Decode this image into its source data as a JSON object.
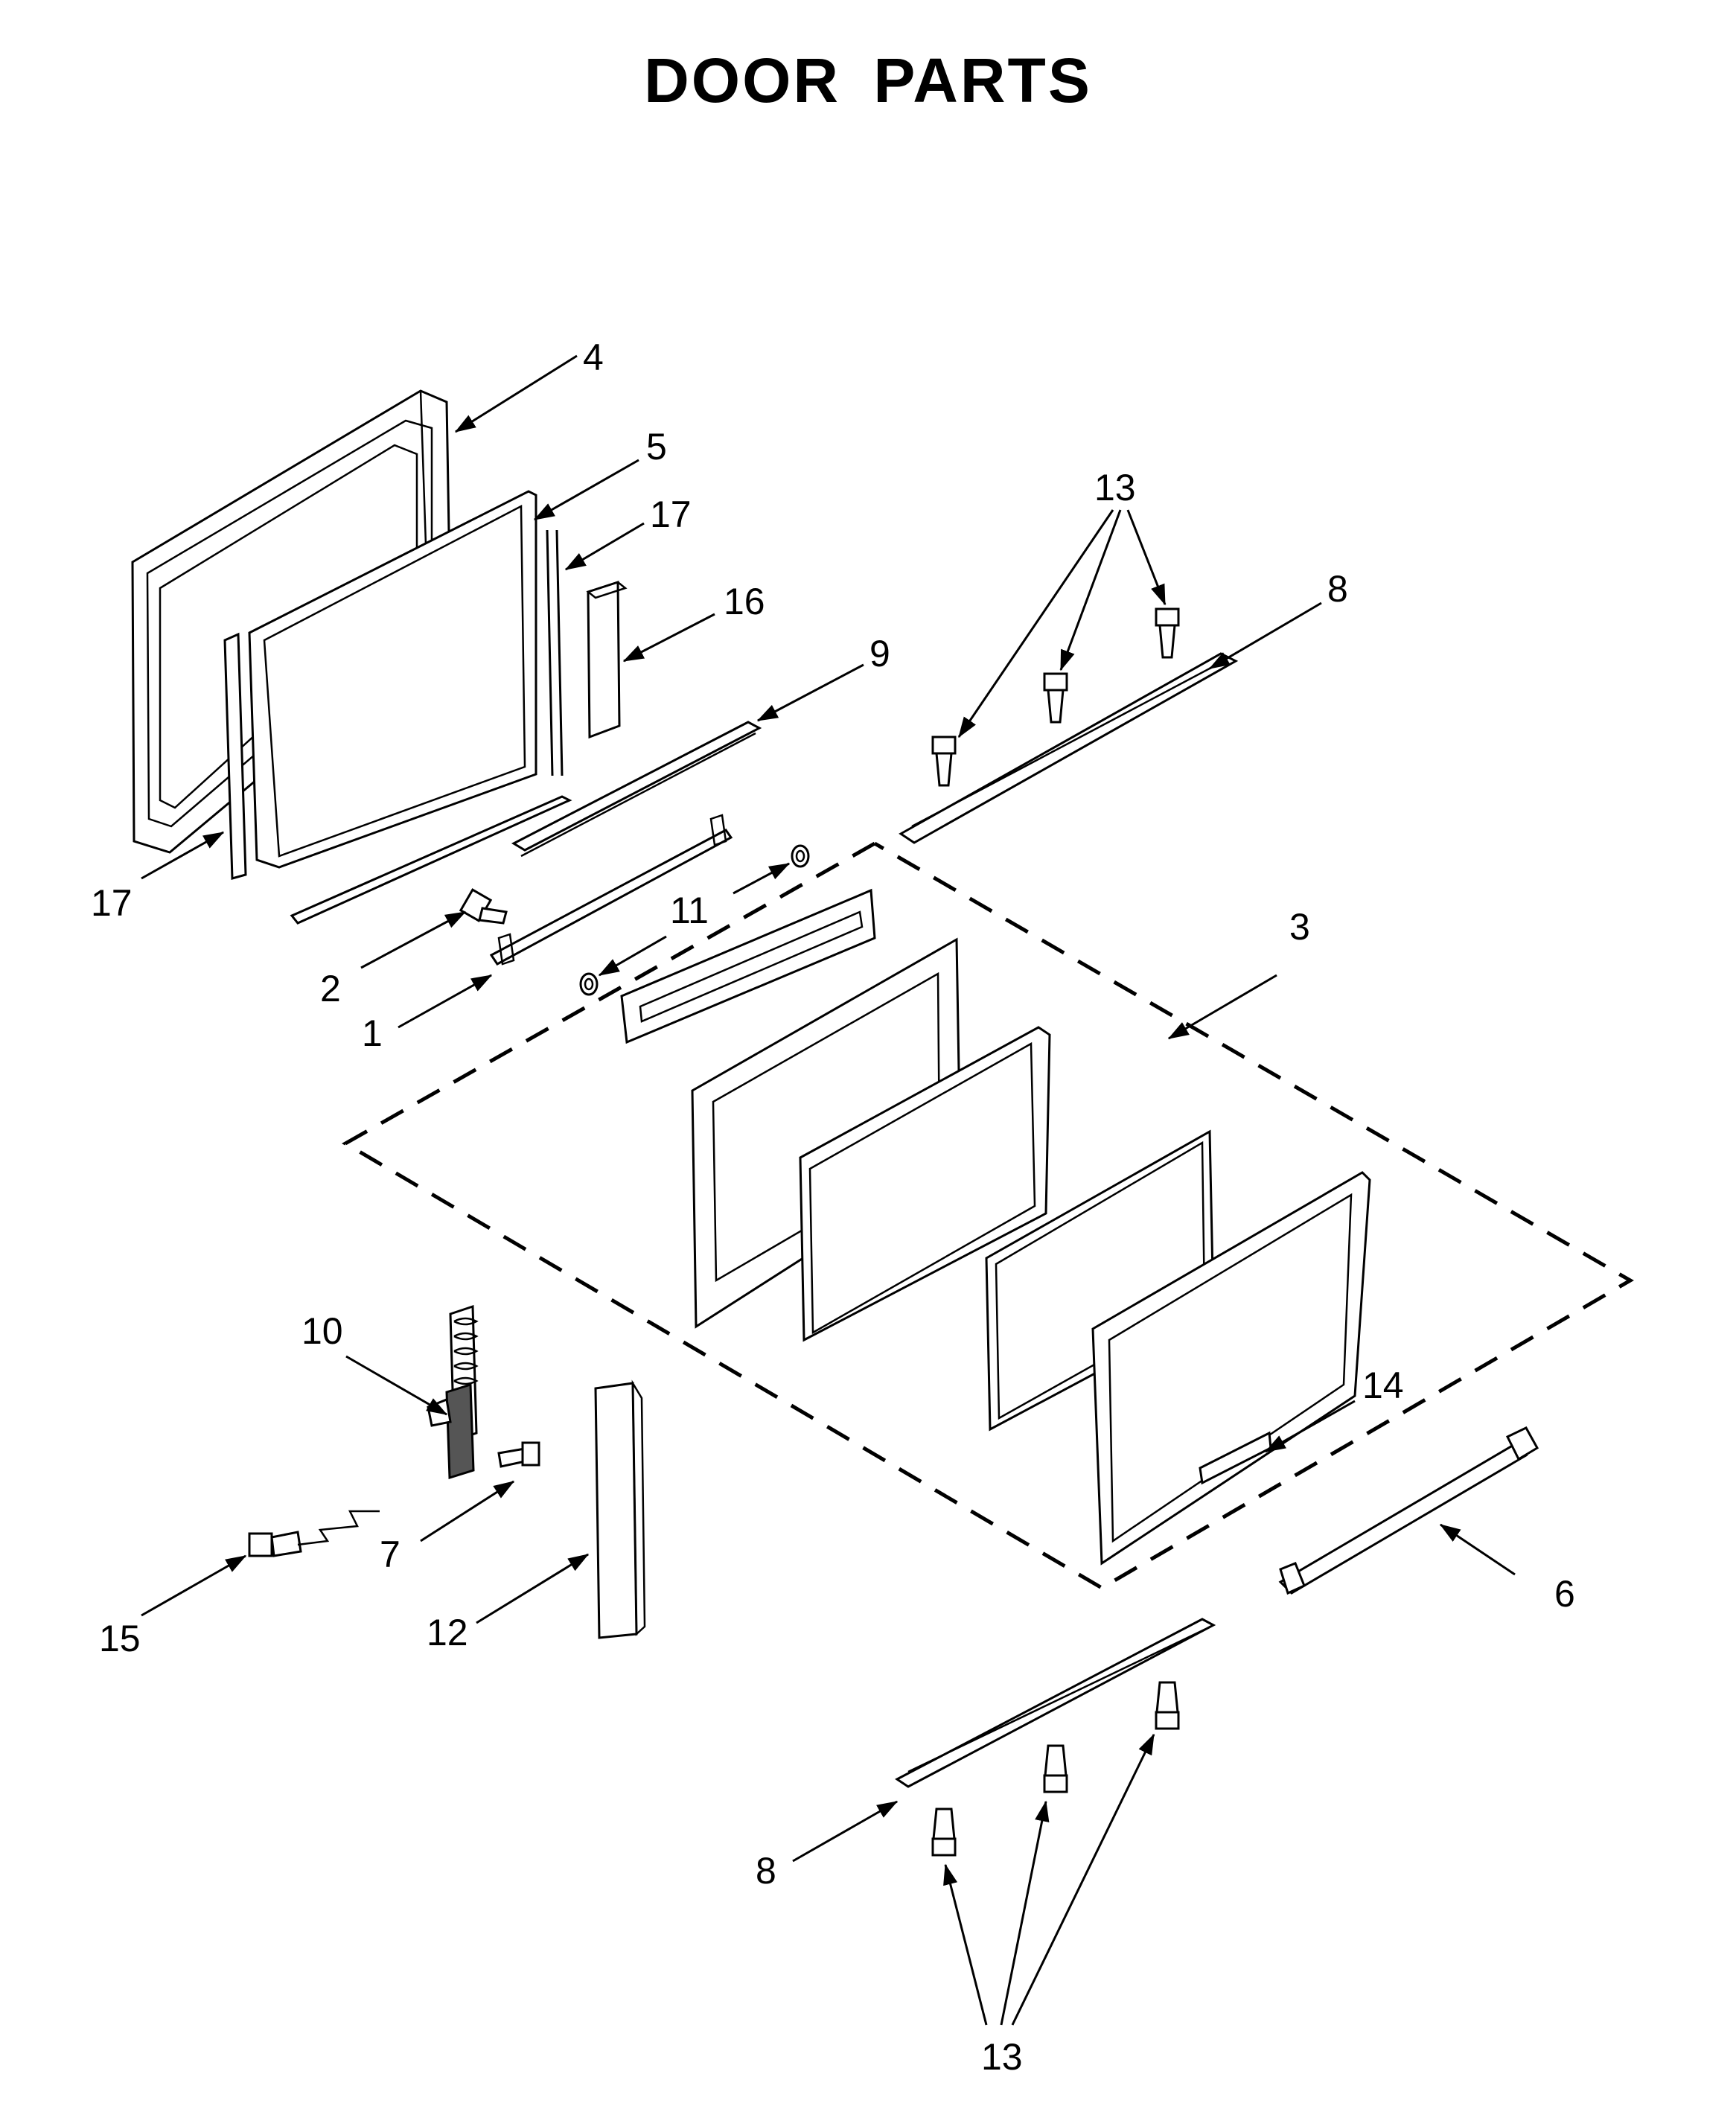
{
  "title": "DOOR PARTS",
  "callouts": {
    "c1": "1",
    "c2": "2",
    "c3": "3",
    "c4": "4",
    "c5": "5",
    "c6": "6",
    "c7": "7",
    "c8_top": "8",
    "c8_bottom": "8",
    "c9": "9",
    "c10": "10",
    "c11": "11",
    "c12": "12",
    "c13_top": "13",
    "c13_bottom": "13",
    "c14": "14",
    "c15": "15",
    "c16": "16",
    "c17_top": "17",
    "c17_left": "17"
  },
  "colors": {
    "line": "#000000",
    "background": "#ffffff"
  }
}
